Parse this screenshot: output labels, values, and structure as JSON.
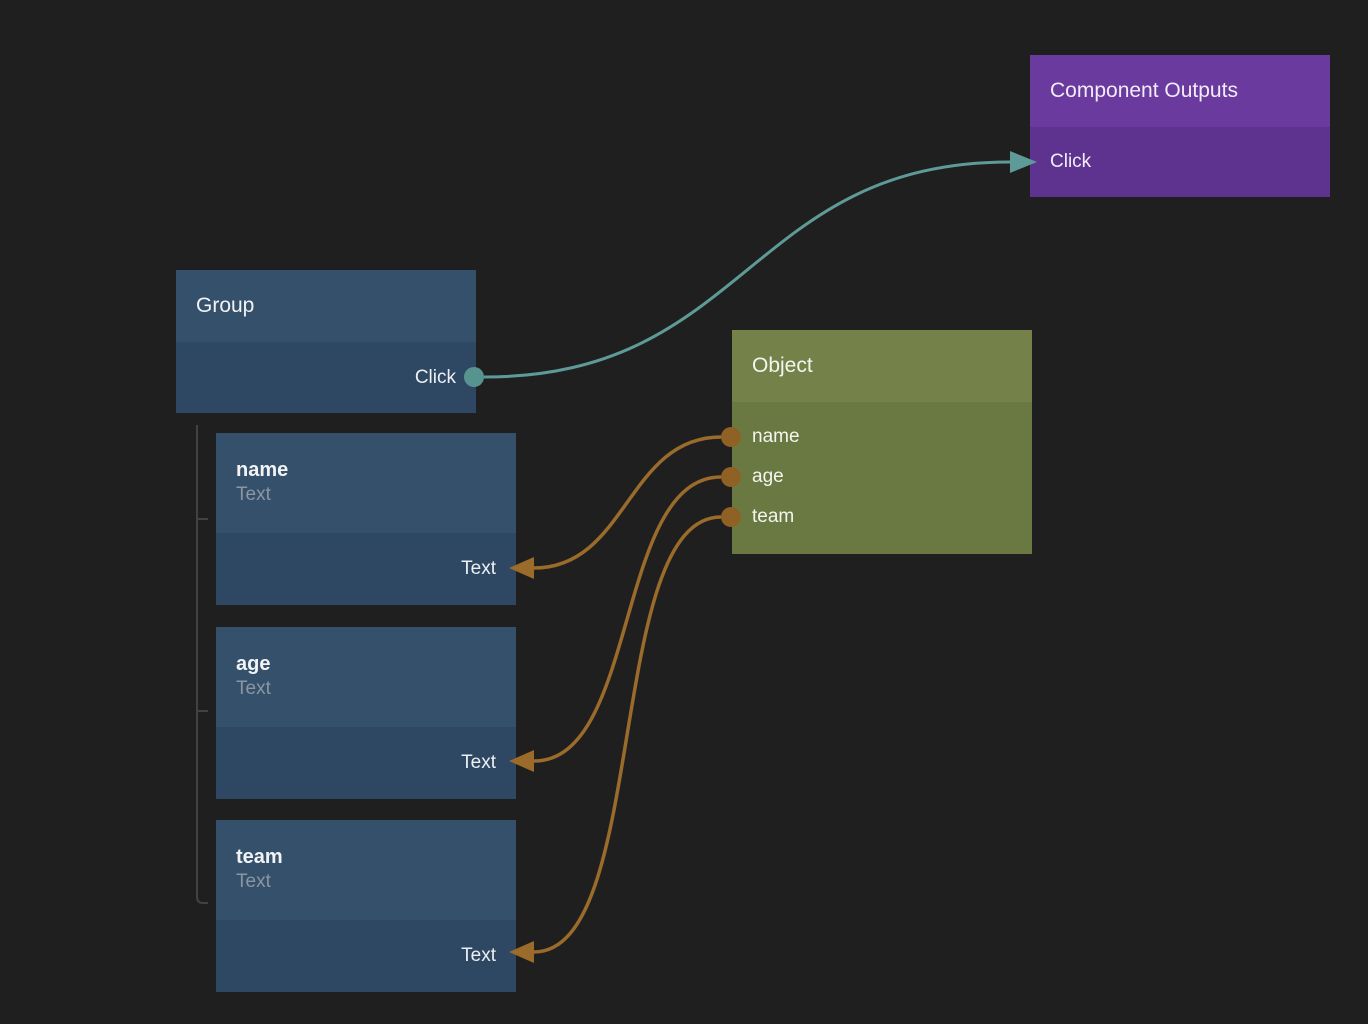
{
  "colors": {
    "background": "#1f1f1f",
    "blue_node_header": "#34506b",
    "blue_node_body": "#2e4762",
    "purple_node_header": "#6b3a9e",
    "purple_node_body": "#5e338f",
    "olive_node_header": "#74824a",
    "olive_node_body": "#6a7941",
    "wire_teal": "#5e9b98",
    "wire_orange": "#9a6b2b",
    "port_teal": "#579490",
    "port_orange": "#8f6124",
    "tree_line": "#3f4345",
    "subtitle_text": "#8b96a2",
    "label_text": "#ecf0f3"
  },
  "nodes": {
    "component_outputs": {
      "title": "Component Outputs",
      "inputs": [
        {
          "label": "Click"
        }
      ]
    },
    "group": {
      "title": "Group",
      "outputs": [
        {
          "label": "Click"
        }
      ]
    },
    "object": {
      "title": "Object",
      "outputs": [
        {
          "label": "name"
        },
        {
          "label": "age"
        },
        {
          "label": "team"
        }
      ]
    },
    "fields": [
      {
        "title": "name",
        "subtitle": "Text",
        "inputs": [
          {
            "label": "Text"
          }
        ]
      },
      {
        "title": "age",
        "subtitle": "Text",
        "inputs": [
          {
            "label": "Text"
          }
        ]
      },
      {
        "title": "team",
        "subtitle": "Text",
        "inputs": [
          {
            "label": "Text"
          }
        ]
      }
    ]
  },
  "connections": [
    {
      "from": "Group.Click",
      "to": "Component Outputs.Click",
      "color": "#5e9b98"
    },
    {
      "from": "Object.name",
      "to": "name.Text",
      "color": "#9a6b2b"
    },
    {
      "from": "Object.age",
      "to": "age.Text",
      "color": "#9a6b2b"
    },
    {
      "from": "Object.team",
      "to": "team.Text",
      "color": "#9a6b2b"
    }
  ]
}
